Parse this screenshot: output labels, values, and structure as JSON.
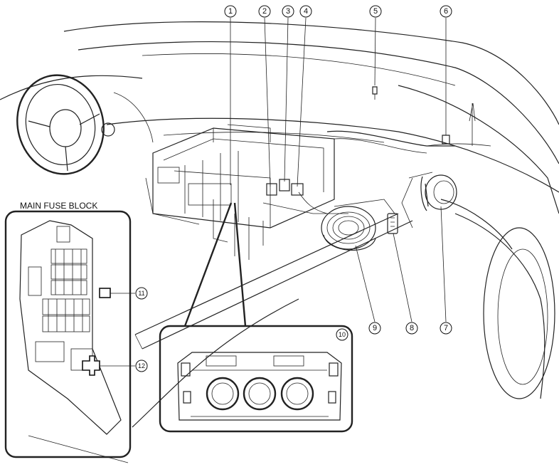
{
  "diagram": {
    "fuse_block_title": "MAIN FUSE BLOCK",
    "callouts": {
      "c1": "1",
      "c2": "2",
      "c3": "3",
      "c4": "4",
      "c5": "5",
      "c6": "6",
      "c7": "7",
      "c8": "8",
      "c9": "9",
      "c10": "10",
      "c11": "11",
      "c12": "12"
    }
  }
}
